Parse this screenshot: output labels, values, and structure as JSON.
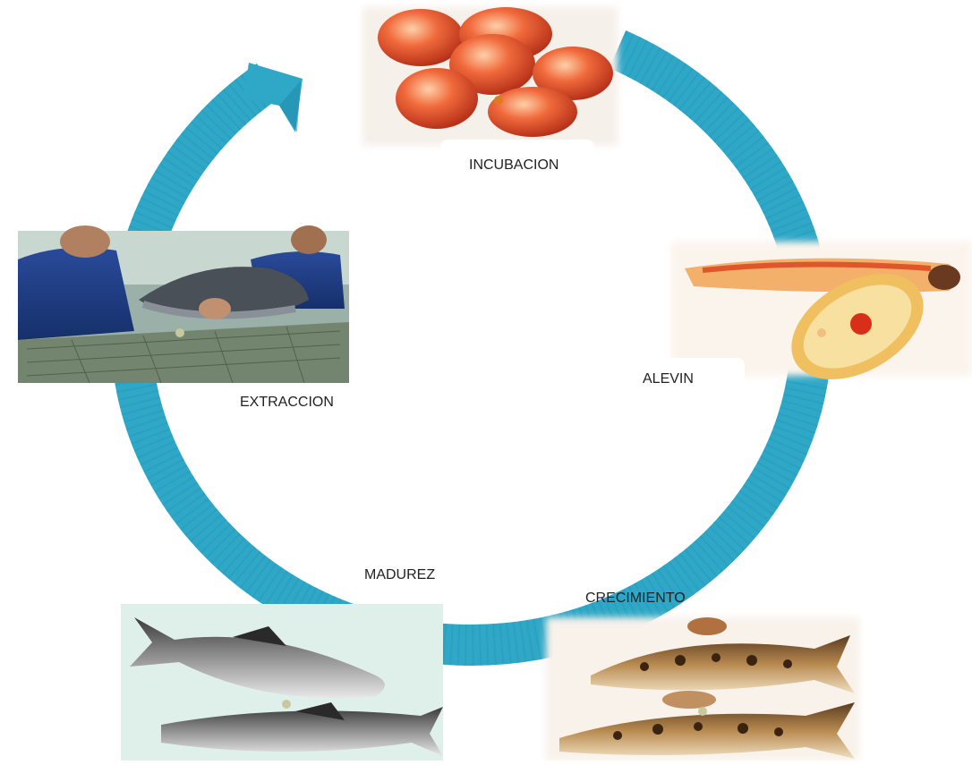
{
  "colors": {
    "ring": "#2fa8c8",
    "ring_dark": "#1e86a6",
    "background": "#ffffff",
    "dot": "#c8c8a0"
  },
  "stages": [
    {
      "id": "incubacion",
      "label": "INCUBACION",
      "image": "orange-fish-eggs"
    },
    {
      "id": "alevin",
      "label": "ALEVIN",
      "image": "fish-larva"
    },
    {
      "id": "crecimiento",
      "label": "CRECIMIENTO",
      "image": "spotted-juvenile-fish"
    },
    {
      "id": "madurez",
      "label": "MADUREZ",
      "image": "adult-fish"
    },
    {
      "id": "extraccion",
      "label": "EXTRACCION",
      "image": "fishermen-holding-fish"
    }
  ]
}
